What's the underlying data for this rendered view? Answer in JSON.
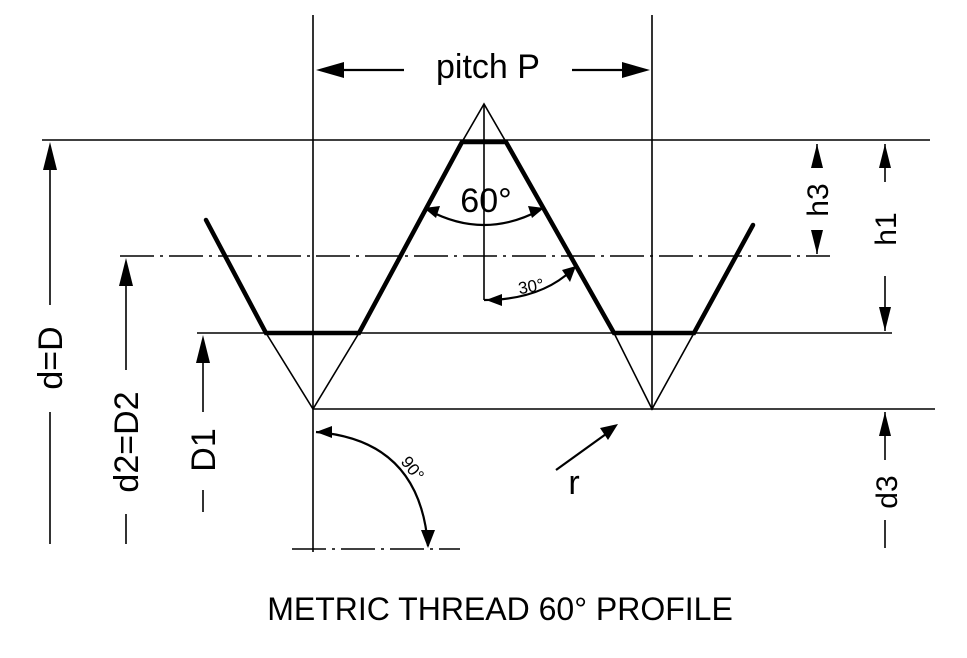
{
  "title": "METRIC THREAD   60° PROFILE",
  "labels": {
    "pitch": "pitch  P",
    "angle_60": "60°",
    "angle_30": "30°",
    "angle_90": "90°",
    "major_diameter": "d=D",
    "pitch_diameter": "d2=D2",
    "minor_diameter_nut": "D1",
    "minor_diameter_bolt": "d3",
    "thread_height_h3": "h3",
    "thread_height_h1": "h1",
    "radius": "r"
  }
}
